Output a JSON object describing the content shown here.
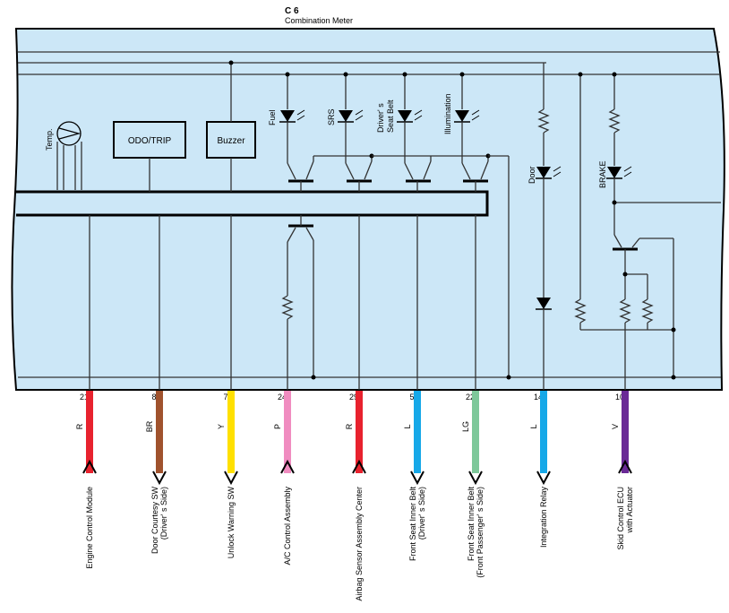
{
  "header": {
    "code": "C 6",
    "title": "Combination Meter"
  },
  "blocks": {
    "odo": "ODO/TRIP",
    "buzzer": "Buzzer"
  },
  "indicators": {
    "temp": "Temp.",
    "fuel": "Fuel",
    "srs": "SRS",
    "seatbelt_line1": "Driver' s",
    "seatbelt_line2": "Seat Belt",
    "illumination": "Illumination",
    "door": "Door",
    "brake": "BRAKE"
  },
  "pins": [
    {
      "num": "21",
      "wire": "R",
      "color": "#e8222e",
      "dir": "in",
      "dest": [
        "Engine Control Module"
      ]
    },
    {
      "num": "8",
      "wire": "BR",
      "color": "#a0522d",
      "dir": "out",
      "dest": [
        "Door Courtesy SW",
        "(Driver' s Side)"
      ]
    },
    {
      "num": "7",
      "wire": "Y",
      "color": "#ffe000",
      "dir": "out",
      "dest": [
        "Unlock Warning SW"
      ]
    },
    {
      "num": "24",
      "wire": "P",
      "color": "#f08cc0",
      "dir": "in",
      "dest": [
        "A/C Control Assembly"
      ]
    },
    {
      "num": "29",
      "wire": "R",
      "color": "#e8222e",
      "dir": "in",
      "dest": [
        "Airbag Sensor Assembly Center"
      ]
    },
    {
      "num": "5",
      "wire": "L",
      "color": "#16a8e8",
      "dir": "out",
      "dest": [
        "Front Seat Inner Belt",
        "(Driver' s Side)"
      ]
    },
    {
      "num": "22",
      "wire": "LG",
      "color": "#7ec89a",
      "dir": "out",
      "dest": [
        "Front Seat Inner Belt",
        "(Front Passenger' s Side)"
      ]
    },
    {
      "num": "14",
      "wire": "L",
      "color": "#16a8e8",
      "dir": "out",
      "dest": [
        "Integration Relay"
      ]
    },
    {
      "num": "10",
      "wire": "V",
      "color": "#6a2a96",
      "dir": "in",
      "dest": [
        "Skid Control ECU",
        "with Actuator"
      ]
    }
  ]
}
